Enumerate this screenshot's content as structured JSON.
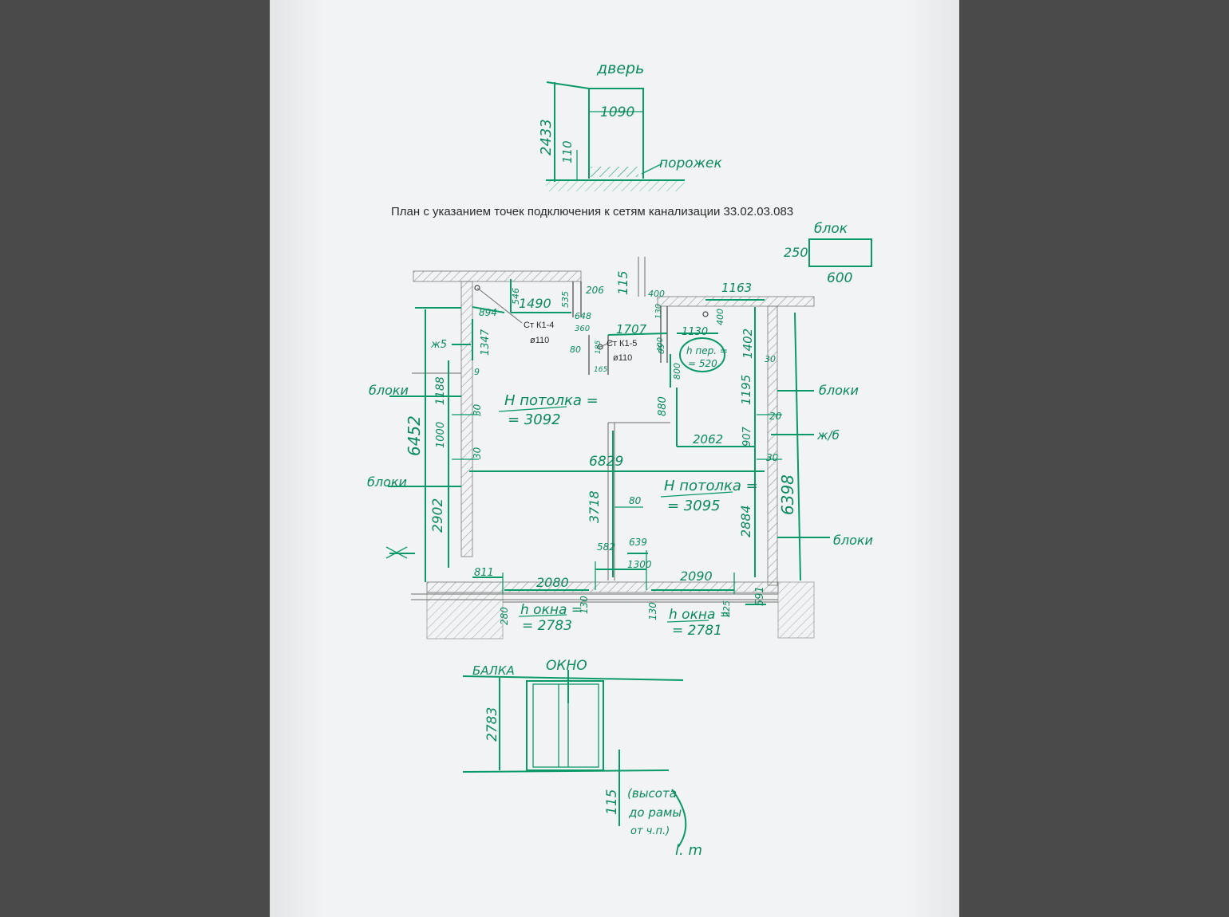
{
  "page_title": "План с указанием точек подключения к сетям канализации 33.02.03.083",
  "colors": {
    "ink": "#0a9a68",
    "print": "#2b2b2b",
    "paper": "#f2f3f4",
    "background": "#4a4a4a"
  },
  "door_detail": {
    "title": "дверь",
    "height": "2433",
    "width": "1090",
    "sill_height": "110",
    "sill_label": "порожек"
  },
  "block_detail": {
    "title": "блок",
    "height": "250",
    "width": "600"
  },
  "plan": {
    "risers": [
      {
        "label": "Ст К1-4",
        "diameter": "ø110"
      },
      {
        "label": "Ст К1-5",
        "diameter": "ø110"
      }
    ],
    "ceiling_heights": [
      {
        "label": "Н потолка =",
        "value": "= 3092"
      },
      {
        "label": "Н потолка =",
        "value": "= 3095"
      }
    ],
    "beam_height": {
      "label": "h пер. =",
      "value": "= 520"
    },
    "window_heights": [
      {
        "label": "h окна =",
        "value": "= 2783"
      },
      {
        "label": "h окна =",
        "value": "= 2781"
      }
    ],
    "wall_labels": [
      "блоки",
      "блоки",
      "блоки",
      "блоки",
      "ж/б",
      "ж5"
    ],
    "dimensions": {
      "top": [
        "894",
        "1490",
        "546",
        "535",
        "206",
        "648",
        "115",
        "400",
        "1163",
        "360",
        "1707",
        "400",
        "130",
        "1130",
        "400",
        "80",
        "185",
        "165",
        "85",
        "1402"
      ],
      "left": [
        "6452",
        "1347",
        "1188",
        "30",
        "1000",
        "30",
        "2902",
        "9"
      ],
      "right": [
        "6398",
        "1195",
        "20",
        "30",
        "907",
        "30",
        "2884"
      ],
      "middle": [
        "800",
        "880",
        "2062",
        "6829",
        "3718",
        "80",
        "582",
        "639",
        "1300"
      ],
      "bottom": [
        "811",
        "2080",
        "2090",
        "591",
        "280",
        "130",
        "130",
        "225"
      ]
    }
  },
  "window_detail": {
    "beam_label": "БАЛКА",
    "title": "ОКНО",
    "height": "2783",
    "sill_offset": "115",
    "note_line1": "(высота",
    "note_line2": "до рамы",
    "note_line3": "от ч.п.)",
    "signature": "l. m"
  }
}
